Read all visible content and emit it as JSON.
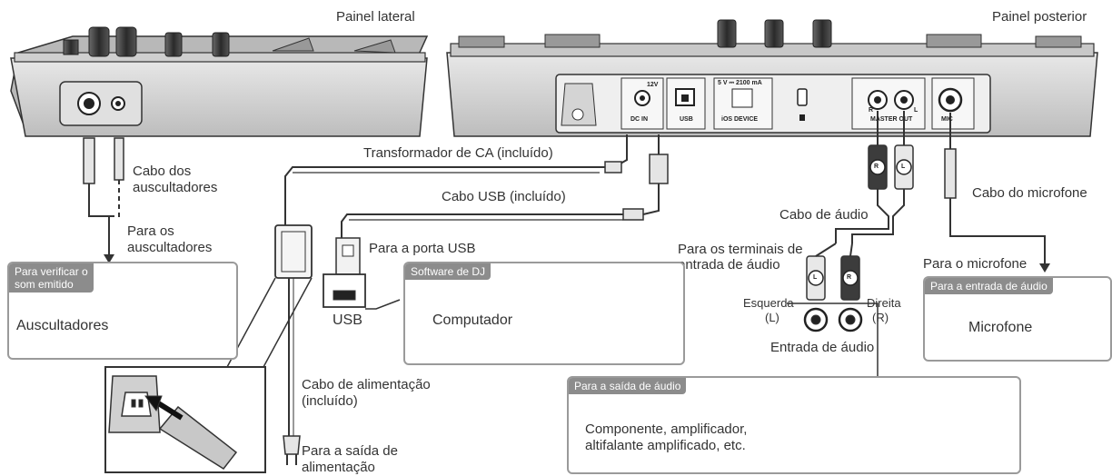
{
  "labels": {
    "side_panel": "Painel lateral",
    "rear_panel": "Painel posterior",
    "ac_adapter": "Transformador de CA (incluído)",
    "usb_cable": "Cabo USB (incluído)",
    "headphone_cable_l1": "Cabo dos",
    "headphone_cable_l2": "auscultadores",
    "to_headphones_l1": "Para os",
    "to_headphones_l2": "auscultadores",
    "to_usb_port": "Para a porta USB",
    "usb": "USB",
    "audio_cable": "Cabo de áudio",
    "to_audio_input_l1": "Para os terminais de",
    "to_audio_input_l2": "entrada de áudio",
    "mic_cable": "Cabo do microfone",
    "to_mic": "Para o microfone",
    "left_l1": "Esquerda",
    "left_l2": "(L)",
    "right_l1": "Direita",
    "right_l2": "(R)",
    "audio_input": "Entrada de áudio",
    "power_cable_l1": "Cabo de alimentação",
    "power_cable_l2": "(incluído)",
    "to_outlet_l1": "Para a saída de",
    "to_outlet_l2": "alimentação",
    "plug_L": "L",
    "plug_R": "R"
  },
  "boxes": {
    "headphones": {
      "header_l1": "Para verificar o",
      "header_l2": "som emitido",
      "label": "Auscultadores"
    },
    "dj_software": {
      "header": "Software de DJ",
      "label": "Computador"
    },
    "mic_input": {
      "header": "Para a entrada de áudio",
      "label": "Microfone"
    },
    "audio_output": {
      "header": "Para a saída de áudio",
      "label_l1": "Componente, amplificador,",
      "label_l2": "altifalante amplificado, etc."
    }
  },
  "rear_panel_markings": {
    "dc_in": "DC IN",
    "dc_voltage": "12V",
    "usb": "USB",
    "ios_spec": "5 V ⎓ 2100 mA",
    "ios_device": "iOS DEVICE",
    "master_out": "MASTER OUT",
    "master_r": "R",
    "master_l": "L",
    "mic": "MIC"
  },
  "colors": {
    "line": "#3a3a3a",
    "device_fill": "#d9d9d9",
    "box_border": "#9a9a9a",
    "box_header": "#8c8c8c"
  }
}
